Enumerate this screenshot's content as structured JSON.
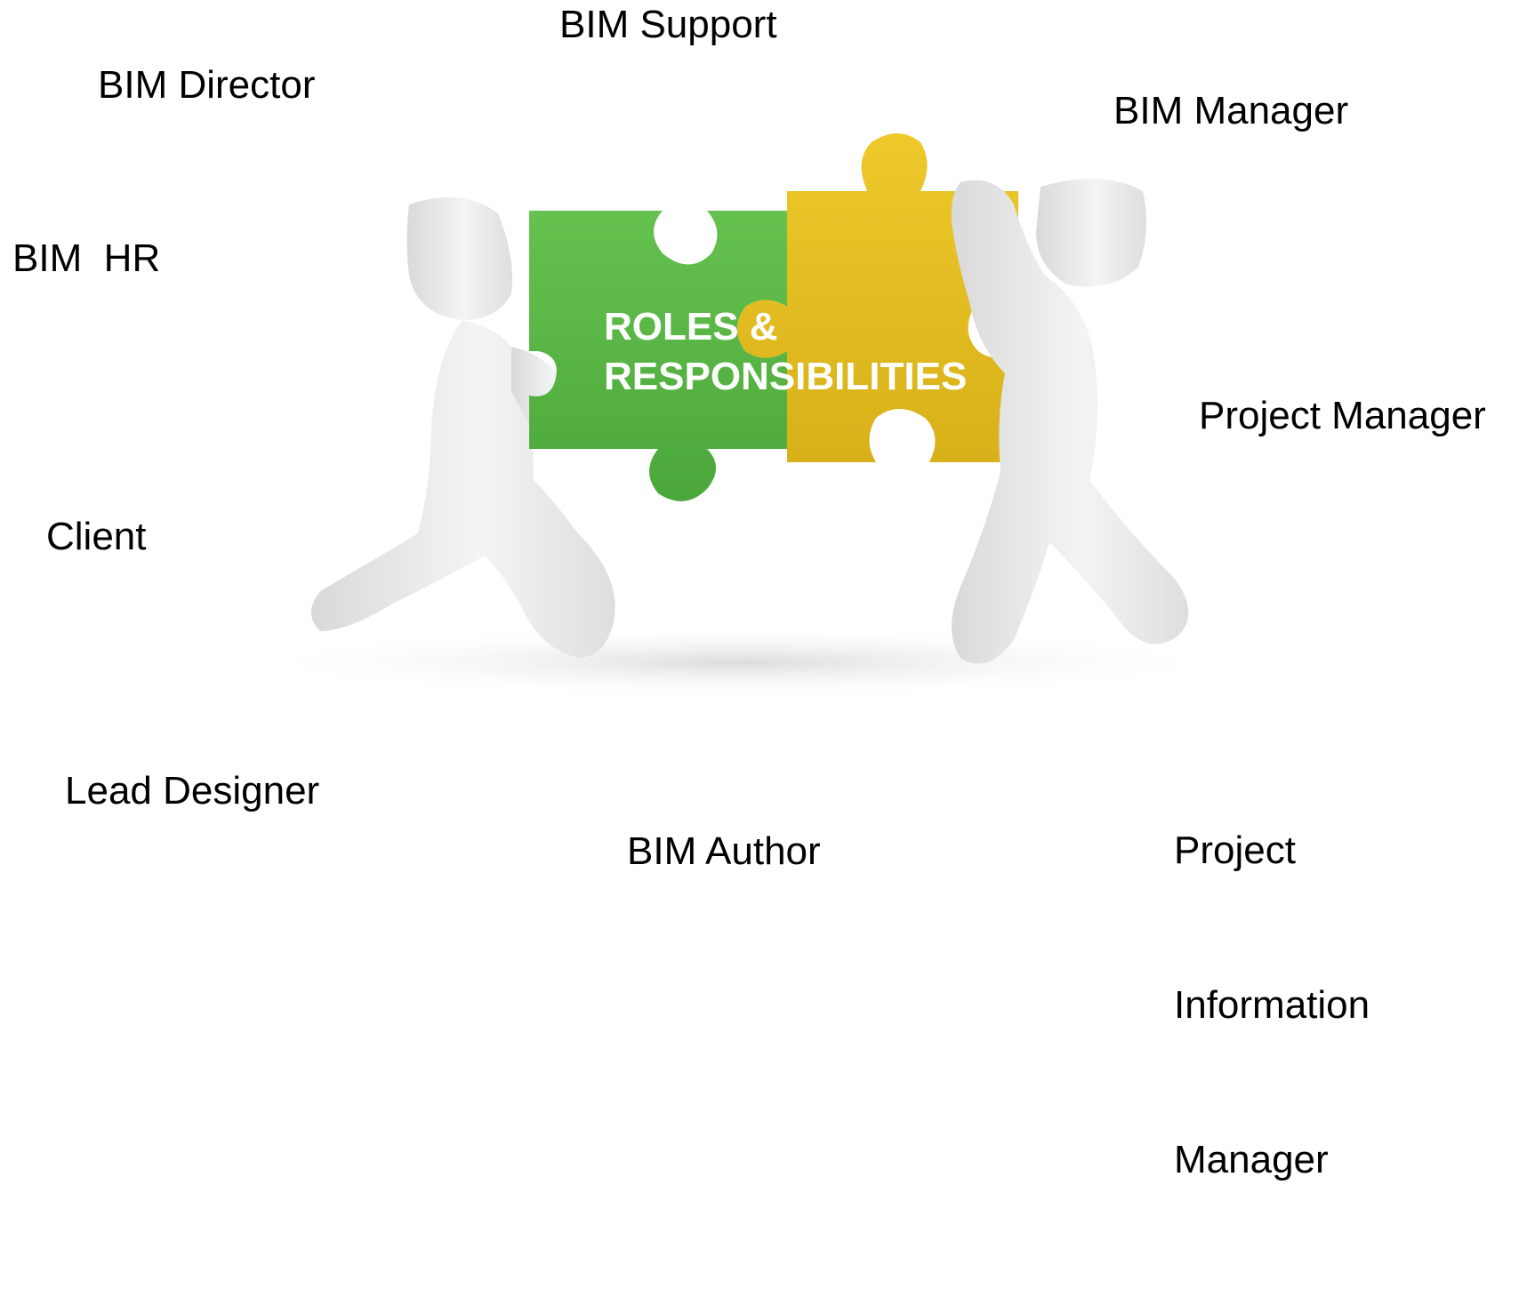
{
  "roles": {
    "bim_support": "BIM Support",
    "bim_director": "BIM Director",
    "bim_manager": "BIM Manager",
    "bim_hr": "BIM  HR",
    "project_manager": "Project Manager",
    "client": "Client",
    "lead_designer": "Lead Designer",
    "bim_author": "BIM Author",
    "pim_line1": "Project",
    "pim_line2": "Information",
    "pim_line3": "Manager"
  },
  "center": {
    "line1": "ROLES &",
    "line2": "RESPONSIBILITIES"
  },
  "colors": {
    "green_piece": "#5cb849",
    "yellow_piece": "#e3be1f",
    "figure": "#ebebeb",
    "text": "#000000",
    "center_text": "#ffffff"
  },
  "icons": {
    "left_figure": "person-figure-icon",
    "right_figure": "person-figure-icon",
    "green_puzzle": "puzzle-piece-icon",
    "yellow_puzzle": "puzzle-piece-icon"
  }
}
